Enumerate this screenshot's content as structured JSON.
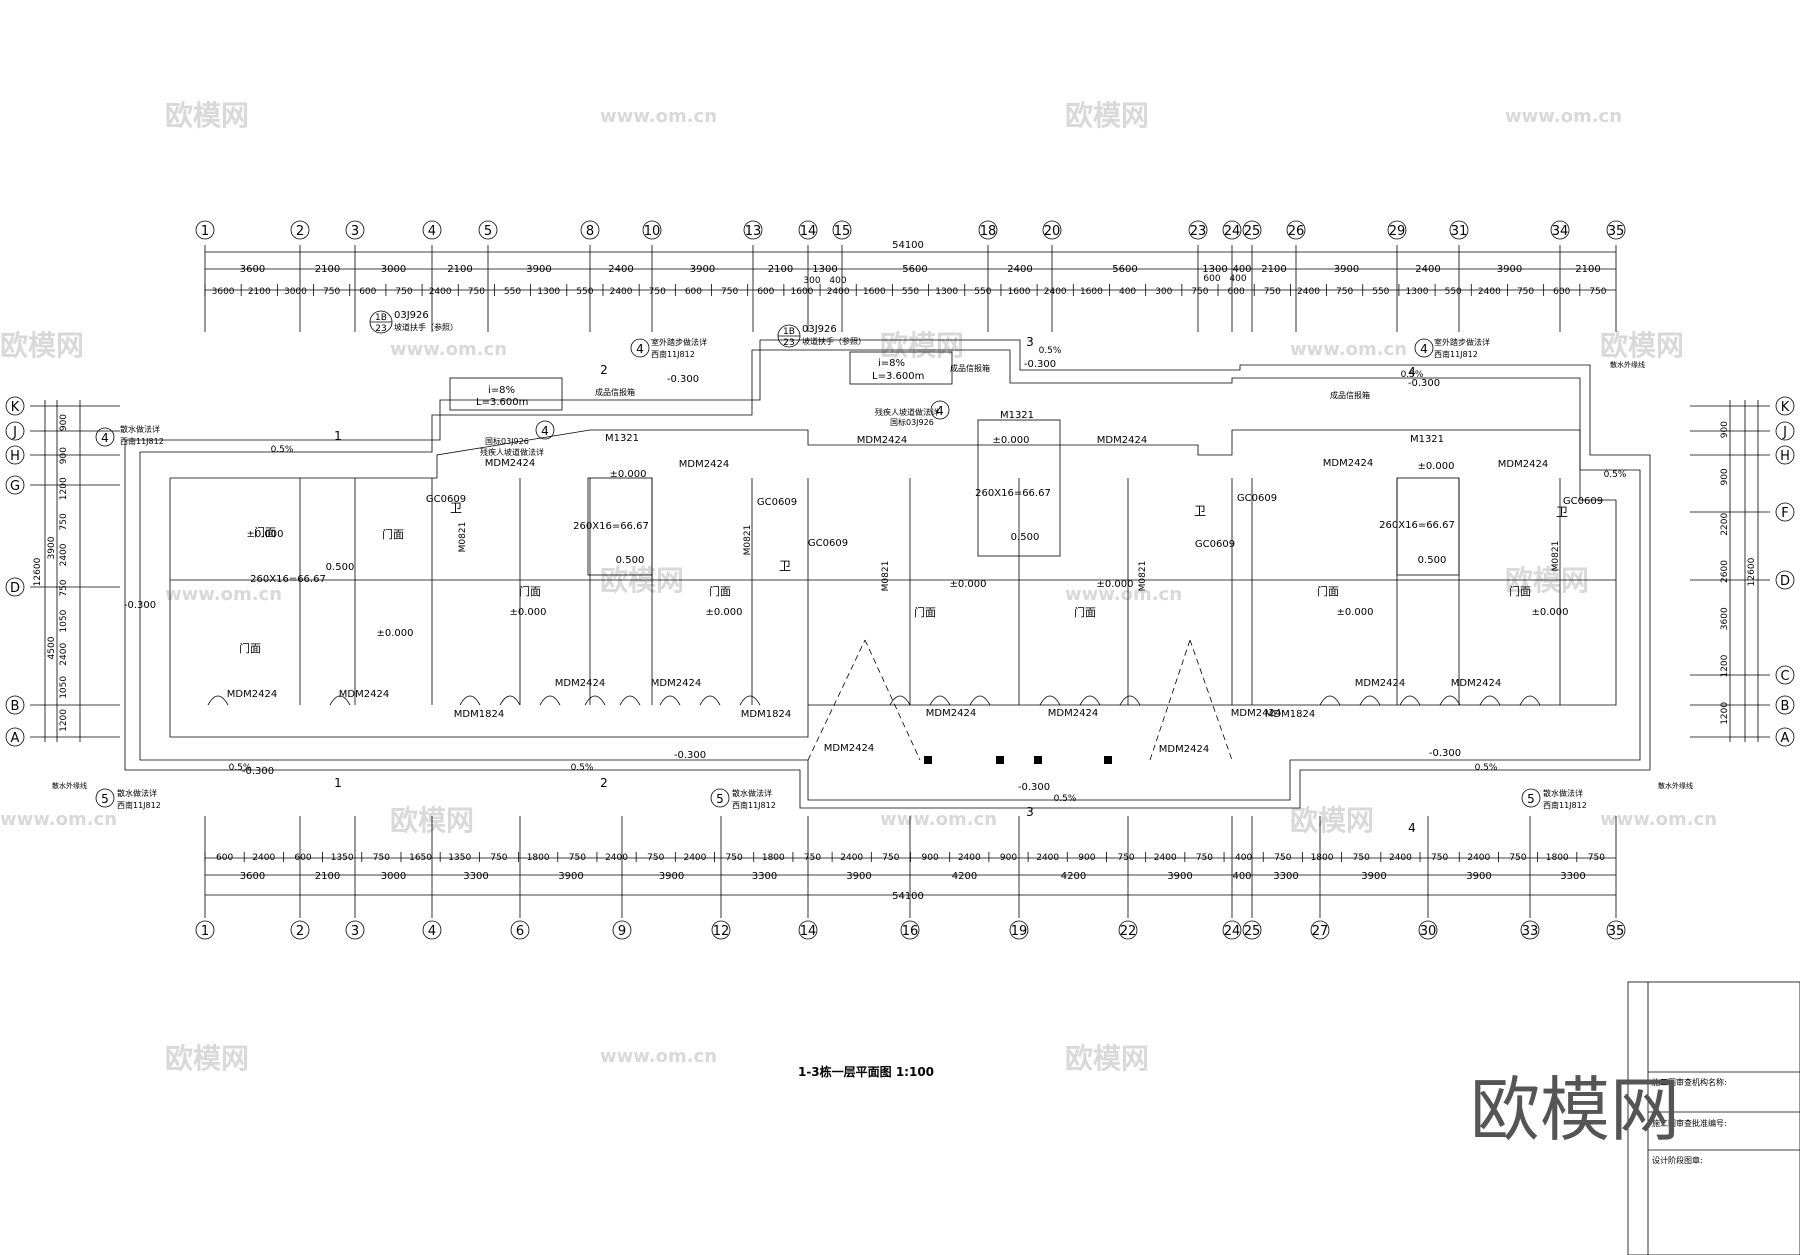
{
  "grid": {
    "top_axes": [
      "1",
      "2",
      "3",
      "4",
      "5",
      "8",
      "10",
      "13",
      "14",
      "15",
      "18",
      "20",
      "23",
      "24",
      "25",
      "26",
      "29",
      "31",
      "34",
      "35"
    ],
    "bottom_axes": [
      "1",
      "2",
      "3",
      "4",
      "6",
      "9",
      "12",
      "14",
      "16",
      "19",
      "22",
      "24",
      "25",
      "27",
      "30",
      "33",
      "35"
    ],
    "left_axes": [
      "K",
      "J",
      "H",
      "G",
      "D",
      "B",
      "A"
    ],
    "right_axes": [
      "K",
      "J",
      "H",
      "F",
      "D",
      "C",
      "B",
      "A"
    ]
  },
  "dimensions": {
    "top_total": "54100",
    "top_row1": [
      "3600",
      "2100",
      "3000",
      "2100",
      "3900",
      "2400",
      "3900",
      "2100",
      "1300",
      "5600",
      "2400",
      "5600",
      "1300",
      "400",
      "2100",
      "3900",
      "2400",
      "3900",
      "2100"
    ],
    "top_row2": [
      "3600",
      "2100",
      "3000",
      "750",
      "600",
      "750",
      "2400",
      "750",
      "550",
      "1300",
      "550",
      "2400",
      "750",
      "600",
      "750",
      "600",
      "1600",
      "2400",
      "1600",
      "550",
      "1300",
      "550",
      "1600",
      "2400",
      "1600",
      "400",
      "300",
      "750",
      "600",
      "750",
      "2400",
      "750",
      "550",
      "1300",
      "550",
      "2400",
      "750",
      "600",
      "750"
    ],
    "top_small": [
      "300",
      "400",
      "600",
      "400"
    ],
    "bottom_row1": [
      "600",
      "2400",
      "600",
      "1350",
      "750",
      "1650",
      "1350",
      "750",
      "1800",
      "750",
      "2400",
      "750",
      "2400",
      "750",
      "1800",
      "750",
      "2400",
      "750",
      "900",
      "2400",
      "900",
      "2400",
      "900",
      "750",
      "2400",
      "750",
      "400",
      "750",
      "1800",
      "750",
      "2400",
      "750",
      "2400",
      "750",
      "1800",
      "750"
    ],
    "bottom_row2": [
      "3600",
      "2100",
      "3000",
      "3300",
      "3900",
      "3900",
      "3300",
      "3900",
      "4200",
      "4200",
      "3900",
      "400",
      "3300",
      "3900",
      "3900",
      "3300"
    ],
    "bottom_total": "54100",
    "left_total": "12600",
    "left_row": [
      "900",
      "900",
      "1200",
      "750",
      "2400",
      "750",
      "1050",
      "2400",
      "1050",
      "1200"
    ],
    "left_outer": [
      "3900",
      "4500"
    ],
    "right_row": [
      "900",
      "900",
      "2200",
      "2600",
      "3600",
      "1200",
      "1200"
    ],
    "right_total": "12600"
  },
  "labels": {
    "title": "1-3栋一层平面图 1:100",
    "room_shop": "门面",
    "bathroom": "卫",
    "elevation_zero": "±0.000",
    "elevation_neg": "-0.300",
    "elevation_pos": "0.500",
    "slope": "0.5%",
    "ramp_i": "i=8%",
    "ramp_len": "L=3.600m",
    "door_mdm2424": "MDM2424",
    "door_mdm1824": "MDM1824",
    "door_m1321": "M1321",
    "door_m0821": "M0821",
    "window_gc0609": "GC0609",
    "stair_steps": "260X16=66.67",
    "ref_03j926": "03J926",
    "ref_1b": "1B",
    "ref_23": "23",
    "ref_11j812": "西南11J812",
    "ref_outdoor_step": "室外踏步做法详",
    "ref_apron": "散水做法详",
    "ref_ramp_rail": "坡道扶手（参照）",
    "ref_ramp_detail": "残疾人坡道做法详",
    "ref_ramp_src": "国标03J926",
    "ref_parcel": "成品信报箱",
    "ref_boundary": "散水外缘线",
    "symbol_4": "4",
    "symbol_5": "5",
    "section_1": "1",
    "section_2": "2",
    "section_3": "3",
    "section_4": "4"
  },
  "title_block": {
    "logo": "欧模网",
    "row1": "施工图审查机构名称:",
    "row2": "施工图审查批准编号:",
    "row3": "设计阶段图章:"
  },
  "watermarks": {
    "brand": "欧模网",
    "url": "www.om.cn"
  }
}
